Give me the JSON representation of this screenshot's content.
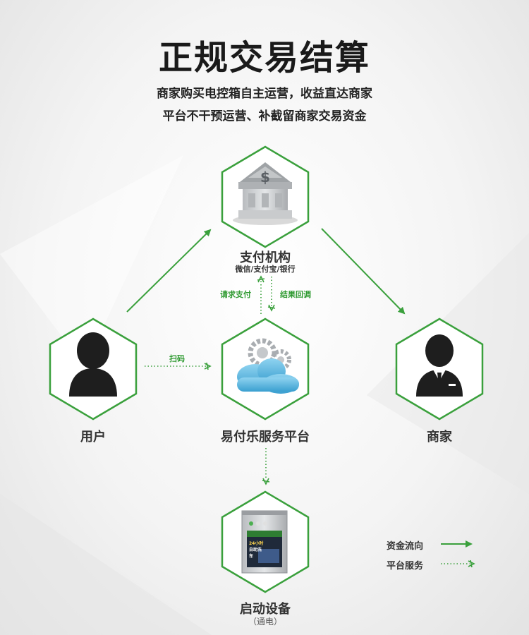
{
  "title": "正规交易结算",
  "subtitle_lines": [
    "商家购买电控箱自主运营，收益直达商家",
    "平台不干预运营、补截留商家交易资金"
  ],
  "nodes": {
    "payment_institution": {
      "label": "支付机构",
      "sub": "微信/支付宝/银行"
    },
    "user": {
      "label": "用户"
    },
    "platform": {
      "label": "易付乐服务平台"
    },
    "merchant": {
      "label": "商家"
    },
    "device": {
      "label": "启动设备",
      "sub": "（通电）"
    }
  },
  "edges": {
    "scan": "扫码",
    "request_payment": "请求支付",
    "result_callback": "结果回调"
  },
  "device_screen_text": [
    "24小时",
    "自助洗",
    "车"
  ],
  "legend": [
    {
      "label": "资金流向",
      "style": "solid-arrow"
    },
    {
      "label": "平台服务",
      "style": "dotted-arrow"
    }
  ],
  "colors": {
    "accent_green": "#3aa03c",
    "dark_icon": "#1e1e1e",
    "cloud_blue": "#4fb3de"
  }
}
